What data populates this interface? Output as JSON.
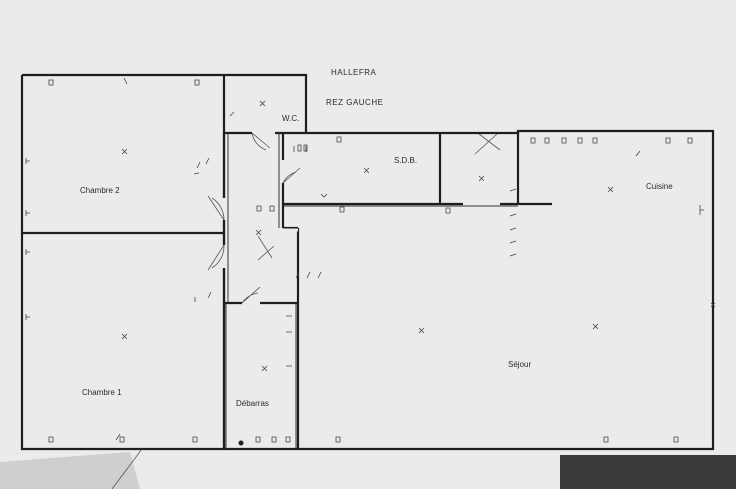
{
  "header": {
    "title": "HALLEFRA",
    "subtitle": "REZ GAUCHE"
  },
  "rooms": {
    "chambre2": "Chambre 2",
    "chambre1": "Chambre 1",
    "wc": "W.C.",
    "sdb": "S.D.B.",
    "cuisine": "Cuisine",
    "sejour": "Séjour",
    "debarras": "Débarras"
  },
  "colors": {
    "paper": "#ebebeb",
    "ink": "#1e1e1e",
    "background": "#d9d9d9"
  },
  "icons": [
    "light-point-icon",
    "socket-icon",
    "switch-icon",
    "door-swing-icon"
  ]
}
